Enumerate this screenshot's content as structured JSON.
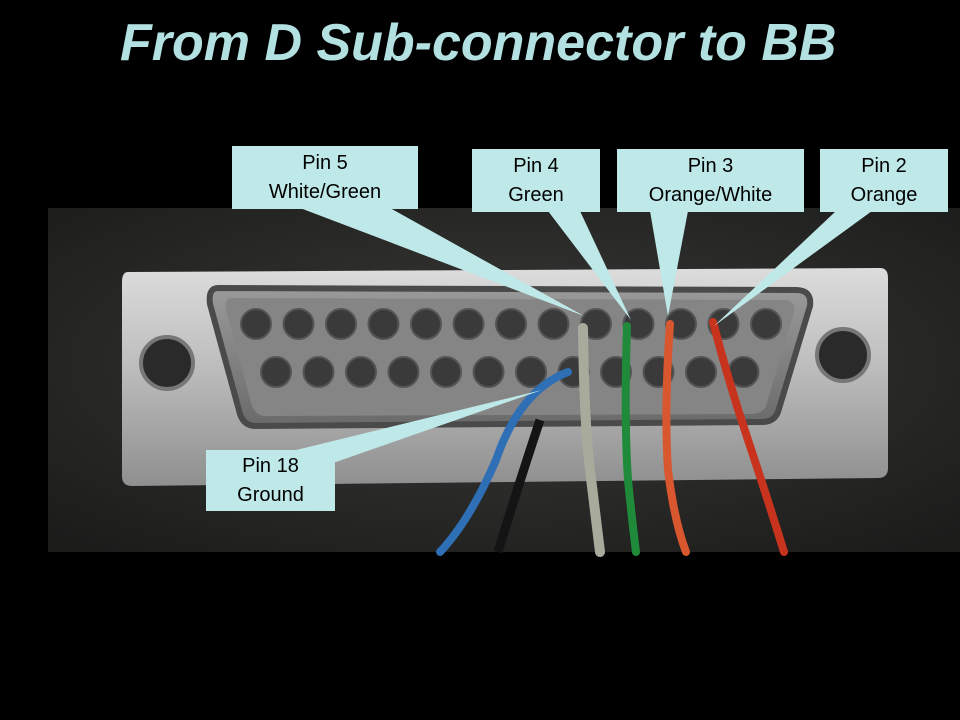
{
  "title": "From D Sub-connector to BB",
  "colors": {
    "background": "#000000",
    "title": "#b3e0e0",
    "callout_fill": "#bfe8e8",
    "wire_blue": "#2e6fb5",
    "wire_white_green": "#a8aa9c",
    "wire_green": "#1f8a3a",
    "wire_orange_white": "#d9572f",
    "wire_orange": "#c8331e"
  },
  "callouts": [
    {
      "id": "pin5",
      "line1": "Pin 5",
      "line2": "White/Green"
    },
    {
      "id": "pin4",
      "line1": "Pin 4",
      "line2": "Green"
    },
    {
      "id": "pin3",
      "line1": "Pin 3",
      "line2": "Orange/White"
    },
    {
      "id": "pin2",
      "line1": "Pin 2",
      "line2": "Orange"
    },
    {
      "id": "pin18",
      "line1": "Pin 18",
      "line2": "Ground"
    }
  ],
  "photo": {
    "subject": "db25-connector-photo",
    "top_row_pins": 13,
    "bottom_row_pins": 12
  }
}
